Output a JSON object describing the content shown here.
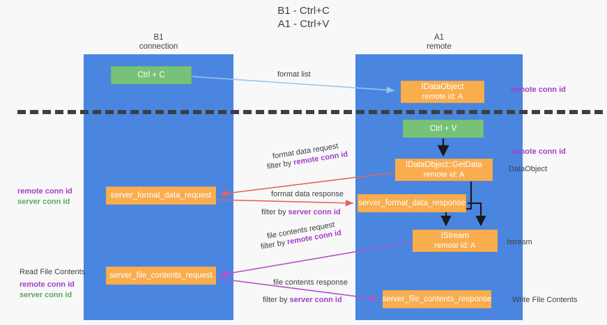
{
  "title": {
    "line1": "B1 - Ctrl+C",
    "line2": "A1 - Ctrl+V"
  },
  "columns": [
    {
      "id": "b1",
      "name": "B1",
      "role": "connection"
    },
    {
      "id": "a1",
      "name": "A1",
      "role": "remote"
    }
  ],
  "nodes": {
    "ctrl_c": {
      "label": "Ctrl + C",
      "sub": "",
      "color": "#77c178"
    },
    "idataobject": {
      "label": "IDataObject",
      "sub": "remote id: A",
      "color": "#f9ad4e"
    },
    "ctrl_v": {
      "label": "Ctrl + V",
      "sub": "",
      "color": "#77c178"
    },
    "getdata": {
      "label": "IDataObject::GetData",
      "sub": "remote id: A",
      "color": "#f9ad4e"
    },
    "format_req": {
      "label": "server_format_data_request",
      "sub": "",
      "color": "#f9ad4e"
    },
    "format_res": {
      "label": "server_format_data_response",
      "sub": "",
      "color": "#f9ad4e"
    },
    "istream": {
      "label": "IStream",
      "sub": "remote id: A",
      "color": "#f9ad4e"
    },
    "file_req": {
      "label": "server_file_contents_request",
      "sub": "",
      "color": "#f9ad4e"
    },
    "file_res": {
      "label": "server_file_contents_response",
      "sub": "",
      "color": "#f9ad4e"
    }
  },
  "edge_labels": {
    "format_list": "format list",
    "format_data_request": "format data request",
    "format_data_request_filter_prefix": "filter by ",
    "format_data_request_filter_key": "remote conn id",
    "format_data_response": "format data response",
    "format_data_response_filter_prefix": "filter by ",
    "format_data_response_filter_key": "server conn id",
    "file_contents_request": "file contents request",
    "file_contents_request_filter_prefix": "filter by ",
    "file_contents_request_filter_key": "remote conn id",
    "file_contents_response": "file contents response",
    "file_contents_response_filter_prefix": "filter by ",
    "file_contents_response_filter_key": "server conn id"
  },
  "annotations": {
    "right_remote_conn_id_top": "remote conn id",
    "right_remote_conn_id_mid": "remote conn id",
    "right_dataobject": "DataObject",
    "right_istream": "Istream",
    "right_write_file_contents": "Write File Contents",
    "left_remote_conn_id_mid": "remote conn id",
    "left_server_conn_id_mid": "server conn id",
    "left_read_file_contents": "Read File Contents",
    "left_remote_conn_id_bottom": "remote conn id",
    "left_server_conn_id_bottom": "server conn id"
  },
  "colors": {
    "lane": "#4a86e0",
    "node_green": "#77c178",
    "node_orange": "#f9ad4e",
    "arrow_blue": "#9dc3ea",
    "arrow_red": "#e2645f",
    "arrow_purple": "#b64fc8",
    "arrow_black": "#1a1a1a",
    "accent_purple": "#a23fc6",
    "accent_green": "#5aa85b",
    "background": "#f8f8f8"
  }
}
